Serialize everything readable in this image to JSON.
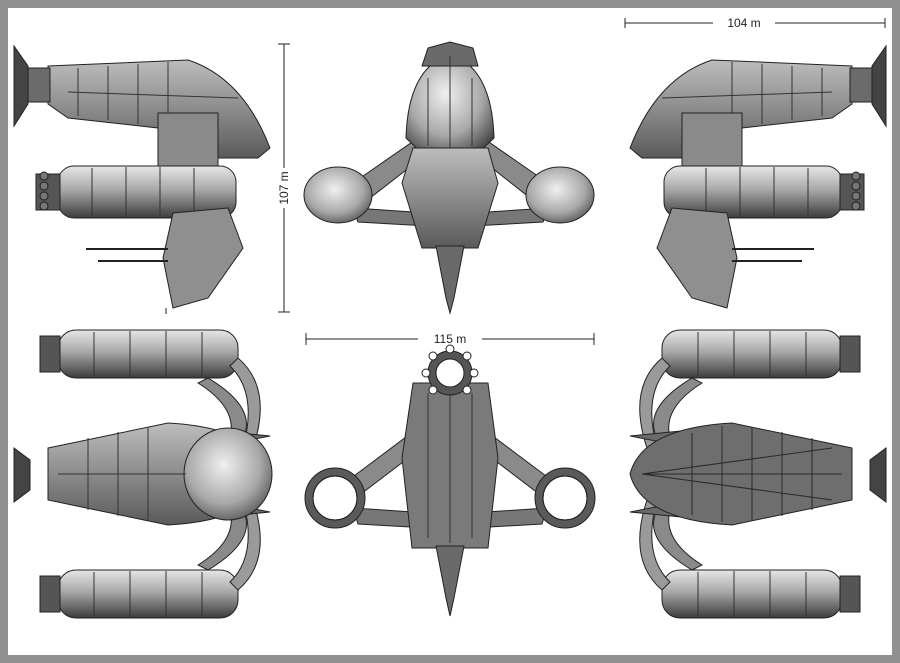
{
  "dimensions": {
    "length": "107 m",
    "width": "115 m",
    "height": "104 m"
  },
  "palette": {
    "hull_light": "#cfcfcf",
    "hull_mid": "#9a9a9a",
    "hull_dark": "#4a4a4a",
    "line": "#222222",
    "background": "#ffffff",
    "frame": "#8f8f8f"
  }
}
